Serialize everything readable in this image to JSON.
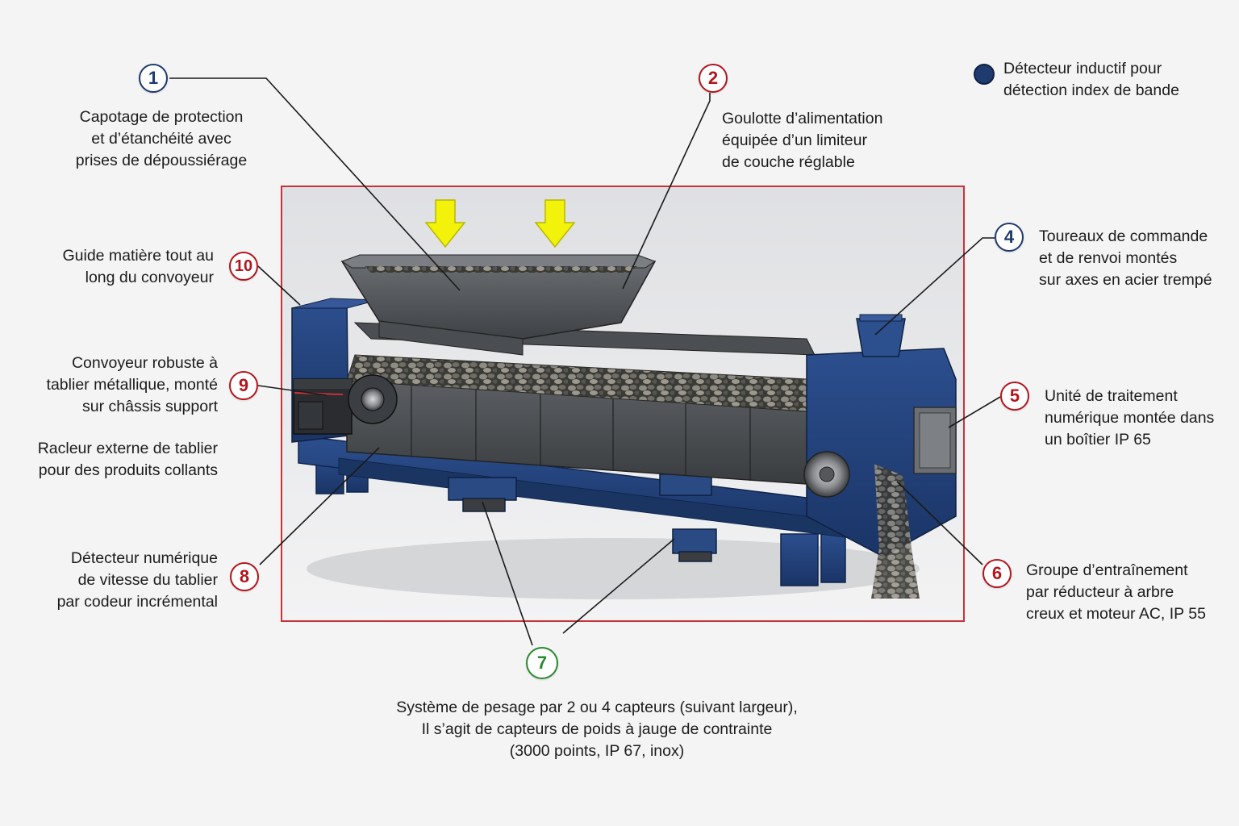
{
  "colors": {
    "badge_blue": "#1e3a6e",
    "badge_red": "#b3151d",
    "badge_green": "#2a8a2e",
    "frame_red": "#c8323a",
    "machine_blue": "#1f3f7a",
    "arrow_yellow": "#f2f20a"
  },
  "legend": {
    "icon": "dark-blue-dot-icon",
    "text": "Détecteur inductif pour\ndétection index de bande"
  },
  "callouts": [
    {
      "number": "1",
      "color": "blue",
      "text": "Capotage de protection\net d’étanchéité avec\nprises de dépoussiérage"
    },
    {
      "number": "2",
      "color": "red",
      "text": "Goulotte d’alimentation\néquipée d’un limiteur\nde couche réglable"
    },
    {
      "number": "4",
      "color": "blue",
      "text": "Toureaux de commande\net de renvoi montés\nsur axes en acier trempé"
    },
    {
      "number": "5",
      "color": "red",
      "text": "Unité de traitement\nnumérique montée dans\nun boîtier IP 65"
    },
    {
      "number": "6",
      "color": "red",
      "text": "Groupe d’entraînement\npar réducteur à arbre\ncreux et moteur AC, IP 55"
    },
    {
      "number": "7",
      "color": "green",
      "text": "Système de pesage par 2 ou 4 capteurs (suivant largeur),\nIl s’agit de capteurs de poids à jauge de contrainte\n(3000 points, IP 67, inox)"
    },
    {
      "number": "8",
      "color": "red",
      "text": "Détecteur numérique\nde vitesse du tablier\npar codeur incrémental"
    },
    {
      "number": "9",
      "color": "red",
      "text": "Convoyeur robuste à\ntablier métallique, monté\nsur châssis support"
    },
    {
      "number": "10",
      "color": "red",
      "text": "Guide matière tout au\nlong du convoyeur"
    }
  ],
  "extra_label": {
    "text": "Racleur externe de tablier\npour des produits collants"
  }
}
